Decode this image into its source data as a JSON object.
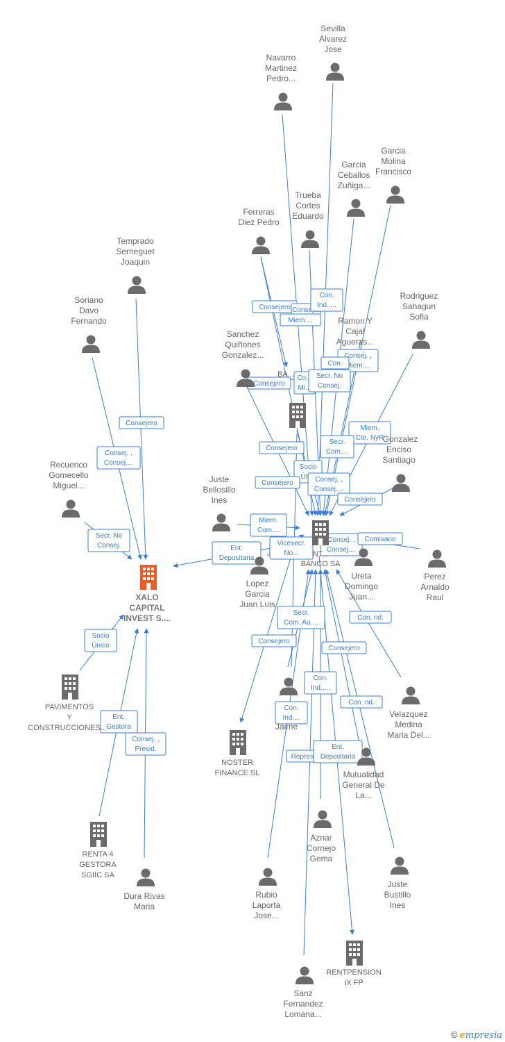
{
  "colors": {
    "edge": "#3a7fd5",
    "person": "#6b6b6b",
    "company": "#6b6b6b",
    "focus_company": "#f05a28",
    "label": "#666666"
  },
  "people": [
    {
      "id": "sevilla",
      "name": [
        "Sevilla",
        "Alvarez",
        "Jose"
      ]
    },
    {
      "id": "navarro",
      "name": [
        "Navarro",
        "Martinez",
        "Pedro..."
      ]
    },
    {
      "id": "garcia_molina",
      "name": [
        "Garcia",
        "Molina",
        "Francisco"
      ]
    },
    {
      "id": "garcia_ceballos",
      "name": [
        "Garcia",
        "Ceballos",
        "Zuñiga..."
      ]
    },
    {
      "id": "trueba",
      "name": [
        "Trueba",
        "Cortes",
        "Eduardo"
      ]
    },
    {
      "id": "ferreras",
      "name": [
        "Ferreras",
        "Diez Pedro"
      ]
    },
    {
      "id": "temprado",
      "name": [
        "Temprado",
        "Serneguet",
        "Joaquin"
      ]
    },
    {
      "id": "soriano",
      "name": [
        "Soriano",
        "Davo",
        "Fernando"
      ]
    },
    {
      "id": "rodriguez",
      "name": [
        "Rodriguez",
        "Sahagun",
        "Sofia"
      ]
    },
    {
      "id": "ramon",
      "name": [
        "Ramon Y",
        "Cajal",
        "Agueras..."
      ]
    },
    {
      "id": "sanchez",
      "name": [
        "Sanchez",
        "Quiñones",
        "Gonzalez..."
      ]
    },
    {
      "id": "gonzalez_enciso",
      "name": [
        "Gonzalez",
        "Enciso",
        "Santiago"
      ]
    },
    {
      "id": "recuenco",
      "name": [
        "Recuenco",
        "Gomecello",
        "Miguel..."
      ]
    },
    {
      "id": "juste_bellosillo",
      "name": [
        "Juste",
        "Bellosillo",
        "Ines"
      ]
    },
    {
      "id": "lopez",
      "name": [
        "Lopez",
        "Garcia",
        "Juan Luis"
      ]
    },
    {
      "id": "ureta",
      "name": [
        "Ureta",
        "Domingo",
        "Juan..."
      ]
    },
    {
      "id": "perez",
      "name": [
        "Perez",
        "Arnaldo",
        "Raul"
      ]
    },
    {
      "id": "jaime",
      "name": [
        "Jaime"
      ]
    },
    {
      "id": "velazquez",
      "name": [
        "Velazquez",
        "Medina",
        "Maria Del..."
      ]
    },
    {
      "id": "aznar",
      "name": [
        "Aznar",
        "Cornejo",
        "Gema"
      ]
    },
    {
      "id": "juste_bustillo",
      "name": [
        "Juste",
        "Bustillo",
        "Ines"
      ]
    },
    {
      "id": "rubio",
      "name": [
        "Rubio",
        "Laporta",
        "Jose..."
      ]
    },
    {
      "id": "dura",
      "name": [
        "Dura Rivas",
        "Maria"
      ]
    },
    {
      "id": "sanz",
      "name": [
        "Sanz",
        "Fernandez",
        "Lomana..."
      ]
    }
  ],
  "companies": [
    {
      "id": "xalo",
      "name": [
        "XALO",
        "CAPITAL",
        "INVEST S...."
      ],
      "focus": true
    },
    {
      "id": "banco_top",
      "name": [
        "BA..."
      ]
    },
    {
      "id": "banco",
      "name": [
        "NT...",
        "BANCO SA"
      ]
    },
    {
      "id": "pavimentos",
      "name": [
        "PAVIMENTOS",
        "Y",
        "CONSTRUCCIONES..."
      ]
    },
    {
      "id": "noster",
      "name": [
        "NOSTER",
        "FINANCE SL"
      ]
    },
    {
      "id": "renta4",
      "name": [
        "RENTA 4",
        "GESTORA",
        "SGIIC SA"
      ]
    },
    {
      "id": "mutualidad",
      "name": [
        "Mutualidad",
        "General De",
        "La..."
      ]
    },
    {
      "id": "rentpension",
      "name": [
        "RENTPENSION",
        "IX FP"
      ]
    }
  ],
  "relations": [
    {
      "id": "r1",
      "lines": [
        "Consejero"
      ]
    },
    {
      "id": "r2",
      "lines": [
        "Consej. ,",
        "Consej...."
      ]
    },
    {
      "id": "r3",
      "lines": [
        "Secr.  No",
        "Consej."
      ]
    },
    {
      "id": "r4",
      "lines": [
        "Ent.",
        "Depositaria"
      ]
    },
    {
      "id": "r5",
      "lines": [
        "Socio",
        "Único"
      ]
    },
    {
      "id": "r6",
      "lines": [
        "Ent.",
        "Gestora"
      ]
    },
    {
      "id": "r7",
      "lines": [
        "Consej. ,",
        "Presid."
      ]
    },
    {
      "id": "r8",
      "lines": [
        "Consejero"
      ]
    },
    {
      "id": "r9",
      "lines": [
        "Consej..."
      ]
    },
    {
      "id": "r10",
      "lines": [
        "Miem...."
      ]
    },
    {
      "id": "r11",
      "lines": [
        "Con.",
        "Ind.,..."
      ]
    },
    {
      "id": "r12",
      "lines": [
        "Consej. ,",
        "Miem...."
      ]
    },
    {
      "id": "r13",
      "lines": [
        "Con."
      ]
    },
    {
      "id": "r14",
      "lines": [
        "Consejero"
      ]
    },
    {
      "id": "r15",
      "lines": [
        "Co...",
        "Mi..."
      ]
    },
    {
      "id": "r16",
      "lines": [
        "Secr.  No",
        "Consej."
      ]
    },
    {
      "id": "r17",
      "lines": [
        "Miem.",
        "Cte. NyR"
      ]
    },
    {
      "id": "r18",
      "lines": [
        "Consejero"
      ]
    },
    {
      "id": "r19",
      "lines": [
        "Secr.",
        "Com...."
      ]
    },
    {
      "id": "r20",
      "lines": [
        "Socio",
        "Ún..."
      ]
    },
    {
      "id": "r21",
      "lines": [
        "Consejero"
      ]
    },
    {
      "id": "r22",
      "lines": [
        "Consej. ,",
        "Consej...."
      ]
    },
    {
      "id": "r23",
      "lines": [
        "Consejero"
      ]
    },
    {
      "id": "r24",
      "lines": [
        "Miem.",
        "Com...."
      ]
    },
    {
      "id": "r25",
      "lines": [
        "Vicesecr.",
        "No..."
      ]
    },
    {
      "id": "r26",
      "lines": [
        "Consej. ,",
        "Consej...."
      ]
    },
    {
      "id": "r27",
      "lines": [
        "Comisario"
      ]
    },
    {
      "id": "r28",
      "lines": [
        "Secr.",
        "Com. Au...."
      ]
    },
    {
      "id": "r29",
      "lines": [
        "Con.  nd."
      ]
    },
    {
      "id": "r30",
      "lines": [
        "Consejero"
      ]
    },
    {
      "id": "r31",
      "lines": [
        "Consejero"
      ]
    },
    {
      "id": "r32",
      "lines": [
        "Con.",
        "Ind.,..."
      ]
    },
    {
      "id": "r33",
      "lines": [
        "Con.",
        "Ind...."
      ]
    },
    {
      "id": "r34",
      "lines": [
        "Con.  nd."
      ]
    },
    {
      "id": "r35",
      "lines": [
        "Repres..."
      ]
    },
    {
      "id": "r36",
      "lines": [
        "Ent.",
        "Depositaria"
      ]
    }
  ],
  "footer": {
    "copyright": "©",
    "brand_first": "e",
    "brand_rest": "mpresia"
  }
}
